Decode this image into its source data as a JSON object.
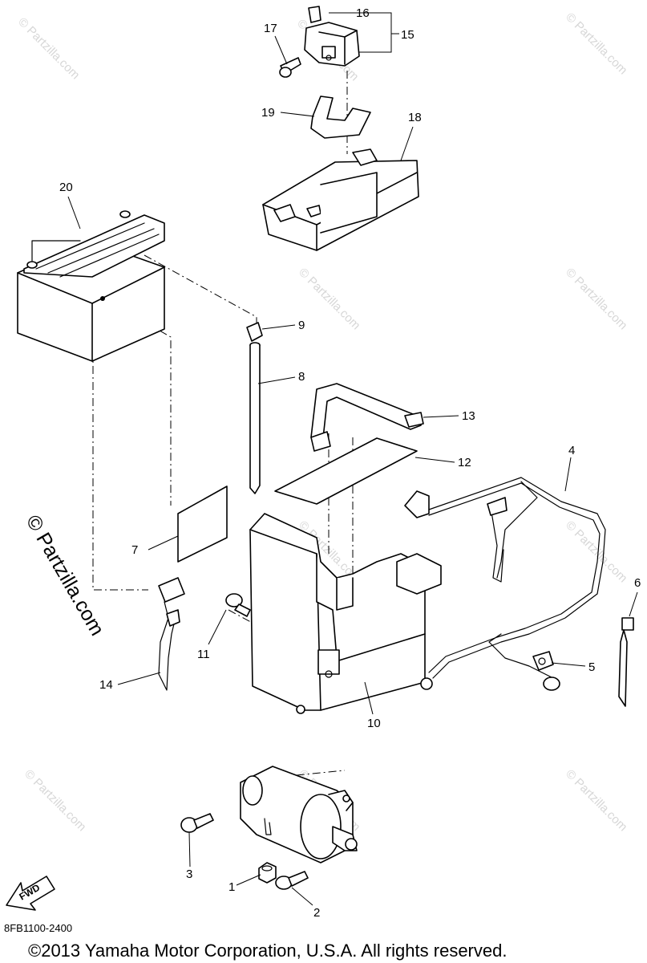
{
  "watermark": "© Partzilla.com",
  "side_watermark": "© Partzilla.com",
  "diagram_code": "8FB1100-2400",
  "copyright": "©2013  Yamaha Motor Corporation, U.S.A. All rights reserved.",
  "fwd_label": "FWD",
  "callouts": [
    "1",
    "2",
    "3",
    "4",
    "5",
    "6",
    "7",
    "8",
    "9",
    "10",
    "11",
    "12",
    "13",
    "14",
    "15",
    "16",
    "17",
    "18",
    "19",
    "20"
  ],
  "parts": {
    "1": "nut",
    "2": "bolt",
    "3": "bolt",
    "4": "wire harness",
    "5": "clamp",
    "6": "cable tie",
    "7": "pad",
    "8": "breather hose",
    "9": "clip",
    "10": "battery box",
    "11": "bolt",
    "12": "sheet",
    "13": "battery band",
    "14": "wire lead",
    "15": "relay assembly",
    "16": "fuse",
    "17": "bolt",
    "18": "relay cover",
    "19": "bracket",
    "20": "battery"
  }
}
